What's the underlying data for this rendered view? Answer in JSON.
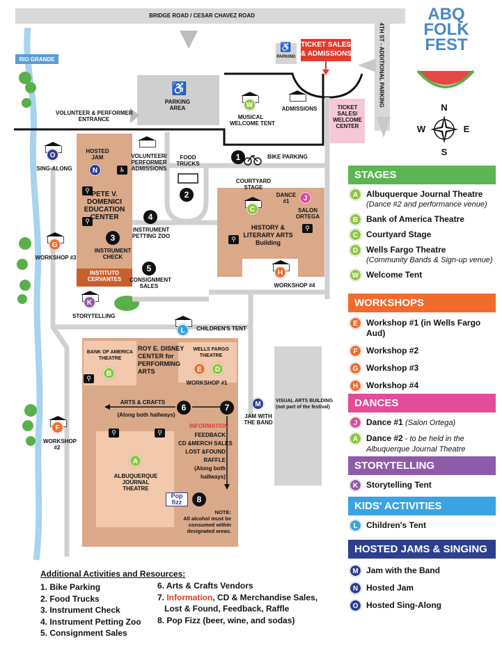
{
  "title": {
    "line1": "ABQ",
    "line2": "FOLK",
    "line3": "FEST"
  },
  "map": {
    "road_top": "BRIDGE ROAD / CESAR CHAVEZ ROAD",
    "road_right": "4TH ST - ADDITIONAL PARKING",
    "river": "RIO GRANDE",
    "parking_small": "PARKING",
    "ticket_sales": "TICKET SALES\n& ADMISSIONS",
    "parking_area": "PARKING\nAREA",
    "volunteer_entrance": "VOLUNTEER & PERFORMER\nENTRANCE",
    "musical_welcome": "MUSICAL\nWELCOME TENT",
    "admissions": "ADMISSIONS",
    "ticket_welcome": "TICKET\nSALES/\nWELCOME\nCENTER",
    "bike_parking": "BIKE PARKING",
    "sing_along": "SING-ALONG",
    "hosted_jam": "HOSTED\nJAM",
    "vol_perf_adm": "VOLUNTEER/\nPERFORMER\nADMISSIONS",
    "food_trucks": "FOOD\nTRUCKS",
    "courtyard_stage": "COURTYARD\nSTAGE",
    "dance1": "DANCE\n#1",
    "salon_ortega": "SALON\nORTEGA",
    "domenici": "PETE V.\nDOMENICI\nEDUCATION\nCENTER",
    "history": "HISTORY &\nLITERARY ARTS\nBuilding",
    "instrument_check": "INSTRUMENT\nCHECK",
    "petting_zoo": "INSTRUMENT\nPETTING ZOO",
    "workshop3": "WORKSHOP #3",
    "instituto": "INSTITUTO\nCERVANTES",
    "consignment": "CONSIGNMENT\nSALES",
    "workshop4": "WORKSHOP #4",
    "storytelling": "STORYTELLING",
    "childrens_tent": "CHILDREN'S TENT",
    "boa_theatre": "BANK OF AMERICA\nTHEATRE",
    "disney": "ROY E. DISNEY\nCENTER for\nPERFORMING\nARTS",
    "wf_theatre": "WELLS FARGO\nTHEATRE",
    "workshop1": "WORKSHOP #1",
    "arts_crafts": "ARTS & CRAFTS",
    "along_hallways": "(Along both hallways)",
    "information": "INFORMATION",
    "info_list": "FEEDBACK\nCD &MERCH SALES\nLOST &FOUND\nRAFFLE\n(Along both\nhallways)",
    "jam_band": "JAM WITH\nTHE BAND",
    "visual_arts": "VISUAL ARTS BUILDING\n(not part of the festival)",
    "workshop2": "WORKSHOP\n#2",
    "abq_journal": "ALBUQUERQUE\nJOURNAL\nTHEATRE",
    "popfizz": "Pop\nfizz",
    "note": "NOTE:\nAll alcohol must be\nconsumed within\ndesignated areas.",
    "compass": {
      "n": "N",
      "s": "S",
      "e": "E",
      "w": "W"
    }
  },
  "legend": [
    {
      "title": "STAGES",
      "color": "#5ab552",
      "items": [
        {
          "badge": "A",
          "color": "#8cc63f",
          "label": "Albuquerque Journal Theatre",
          "sub": "(Dance #2 and performance venue)"
        },
        {
          "badge": "B",
          "color": "#8cc63f",
          "label": "Bank of America Theatre",
          "sub": ""
        },
        {
          "badge": "C",
          "color": "#8cc63f",
          "label": "Courtyard Stage",
          "sub": ""
        },
        {
          "badge": "D",
          "color": "#8cc63f",
          "label": "Wells Fargo Theatre",
          "sub": "(Community Bands & Sign-up venue)"
        },
        {
          "badge": "W",
          "color": "#8cc63f",
          "label": "Welcome Tent",
          "sub": ""
        }
      ]
    },
    {
      "title": "WORKSHOPS",
      "color": "#f26b2d",
      "items": [
        {
          "badge": "E",
          "color": "#f26b2d",
          "label": "Workshop #1 (in Wells Fargo Aud)",
          "sub": ""
        },
        {
          "badge": "F",
          "color": "#f26b2d",
          "label": "Workshop #2",
          "sub": ""
        },
        {
          "badge": "G",
          "color": "#f26b2d",
          "label": "Workshop #3",
          "sub": ""
        },
        {
          "badge": "H",
          "color": "#f26b2d",
          "label": "Workshop #4",
          "sub": ""
        }
      ]
    },
    {
      "title": "DANCES",
      "color": "#e44c9a",
      "items": [
        {
          "badge": "J",
          "color": "#e44c9a",
          "label": "Dance #1",
          "sub_inline": "(Salon Ortega)"
        },
        {
          "badge": "A",
          "color": "#8cc63f",
          "label": "Dance #2",
          "sub_inline": " - to be held in the",
          "sub": "Albuquerque Journal Theatre"
        }
      ]
    },
    {
      "title": "STORYTELLING",
      "color": "#8e5bab",
      "items": [
        {
          "badge": "K",
          "color": "#8e5bab",
          "label": "Storytelling Tent",
          "sub": ""
        }
      ]
    },
    {
      "title": "KIDS' ACTIVITIES",
      "color": "#3aa3e3",
      "items": [
        {
          "badge": "L",
          "color": "#3aa3e3",
          "label": "Children's Tent",
          "sub": ""
        }
      ]
    },
    {
      "title": "HOSTED JAMS & SINGING",
      "color": "#2d3e8f",
      "items": [
        {
          "badge": "M",
          "color": "#2d3e8f",
          "label": "Jam with the Band",
          "sub": ""
        },
        {
          "badge": "N",
          "color": "#2d3e8f",
          "label": "Hosted Jam",
          "sub": ""
        },
        {
          "badge": "O",
          "color": "#2d3e8f",
          "label": "Hosted Sing-Along",
          "sub": ""
        }
      ]
    }
  ],
  "additional": {
    "title": "Additional Activities and Resources:",
    "col1": [
      "1. Bike Parking",
      "2. Food Trucks",
      "3. Instrument Check",
      "4. Instrument Petting Zoo",
      "5. Consignment Sales"
    ],
    "col2_a": "6. Arts & Crafts Vendors",
    "col2_b_num": "7. ",
    "col2_b_red": "Information",
    "col2_b_rest": ", CD & Merchandise Sales,",
    "col2_c": "Lost & Found, Feedback, Raffle",
    "col2_d": "8. Pop Fizz (beer, wine, and sodas)"
  }
}
